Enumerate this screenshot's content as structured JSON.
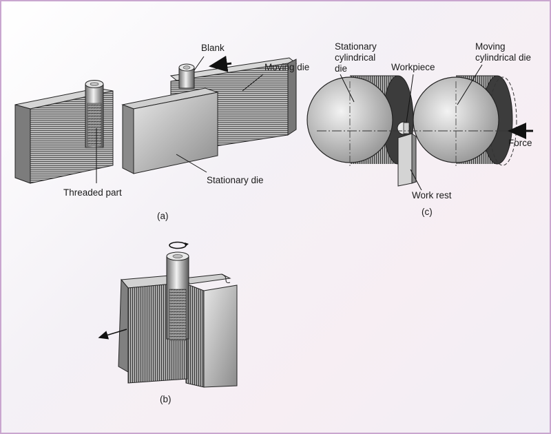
{
  "figure": {
    "panel_a": {
      "caption": "(a)",
      "labels": {
        "blank": "Blank",
        "moving_die": "Moving die",
        "threaded_part": "Threaded part",
        "stationary_die": "Stationary die"
      }
    },
    "panel_b": {
      "caption": "(b)"
    },
    "panel_c": {
      "caption": "(c)",
      "labels": {
        "stationary_die_line1": "Stationary",
        "stationary_die_line2": "cylindrical",
        "stationary_die_line3": "die",
        "workpiece": "Workpiece",
        "moving_die_line1": "Moving",
        "moving_die_line2": "cylindrical die",
        "force": "Force",
        "work_rest": "Work rest"
      }
    }
  }
}
